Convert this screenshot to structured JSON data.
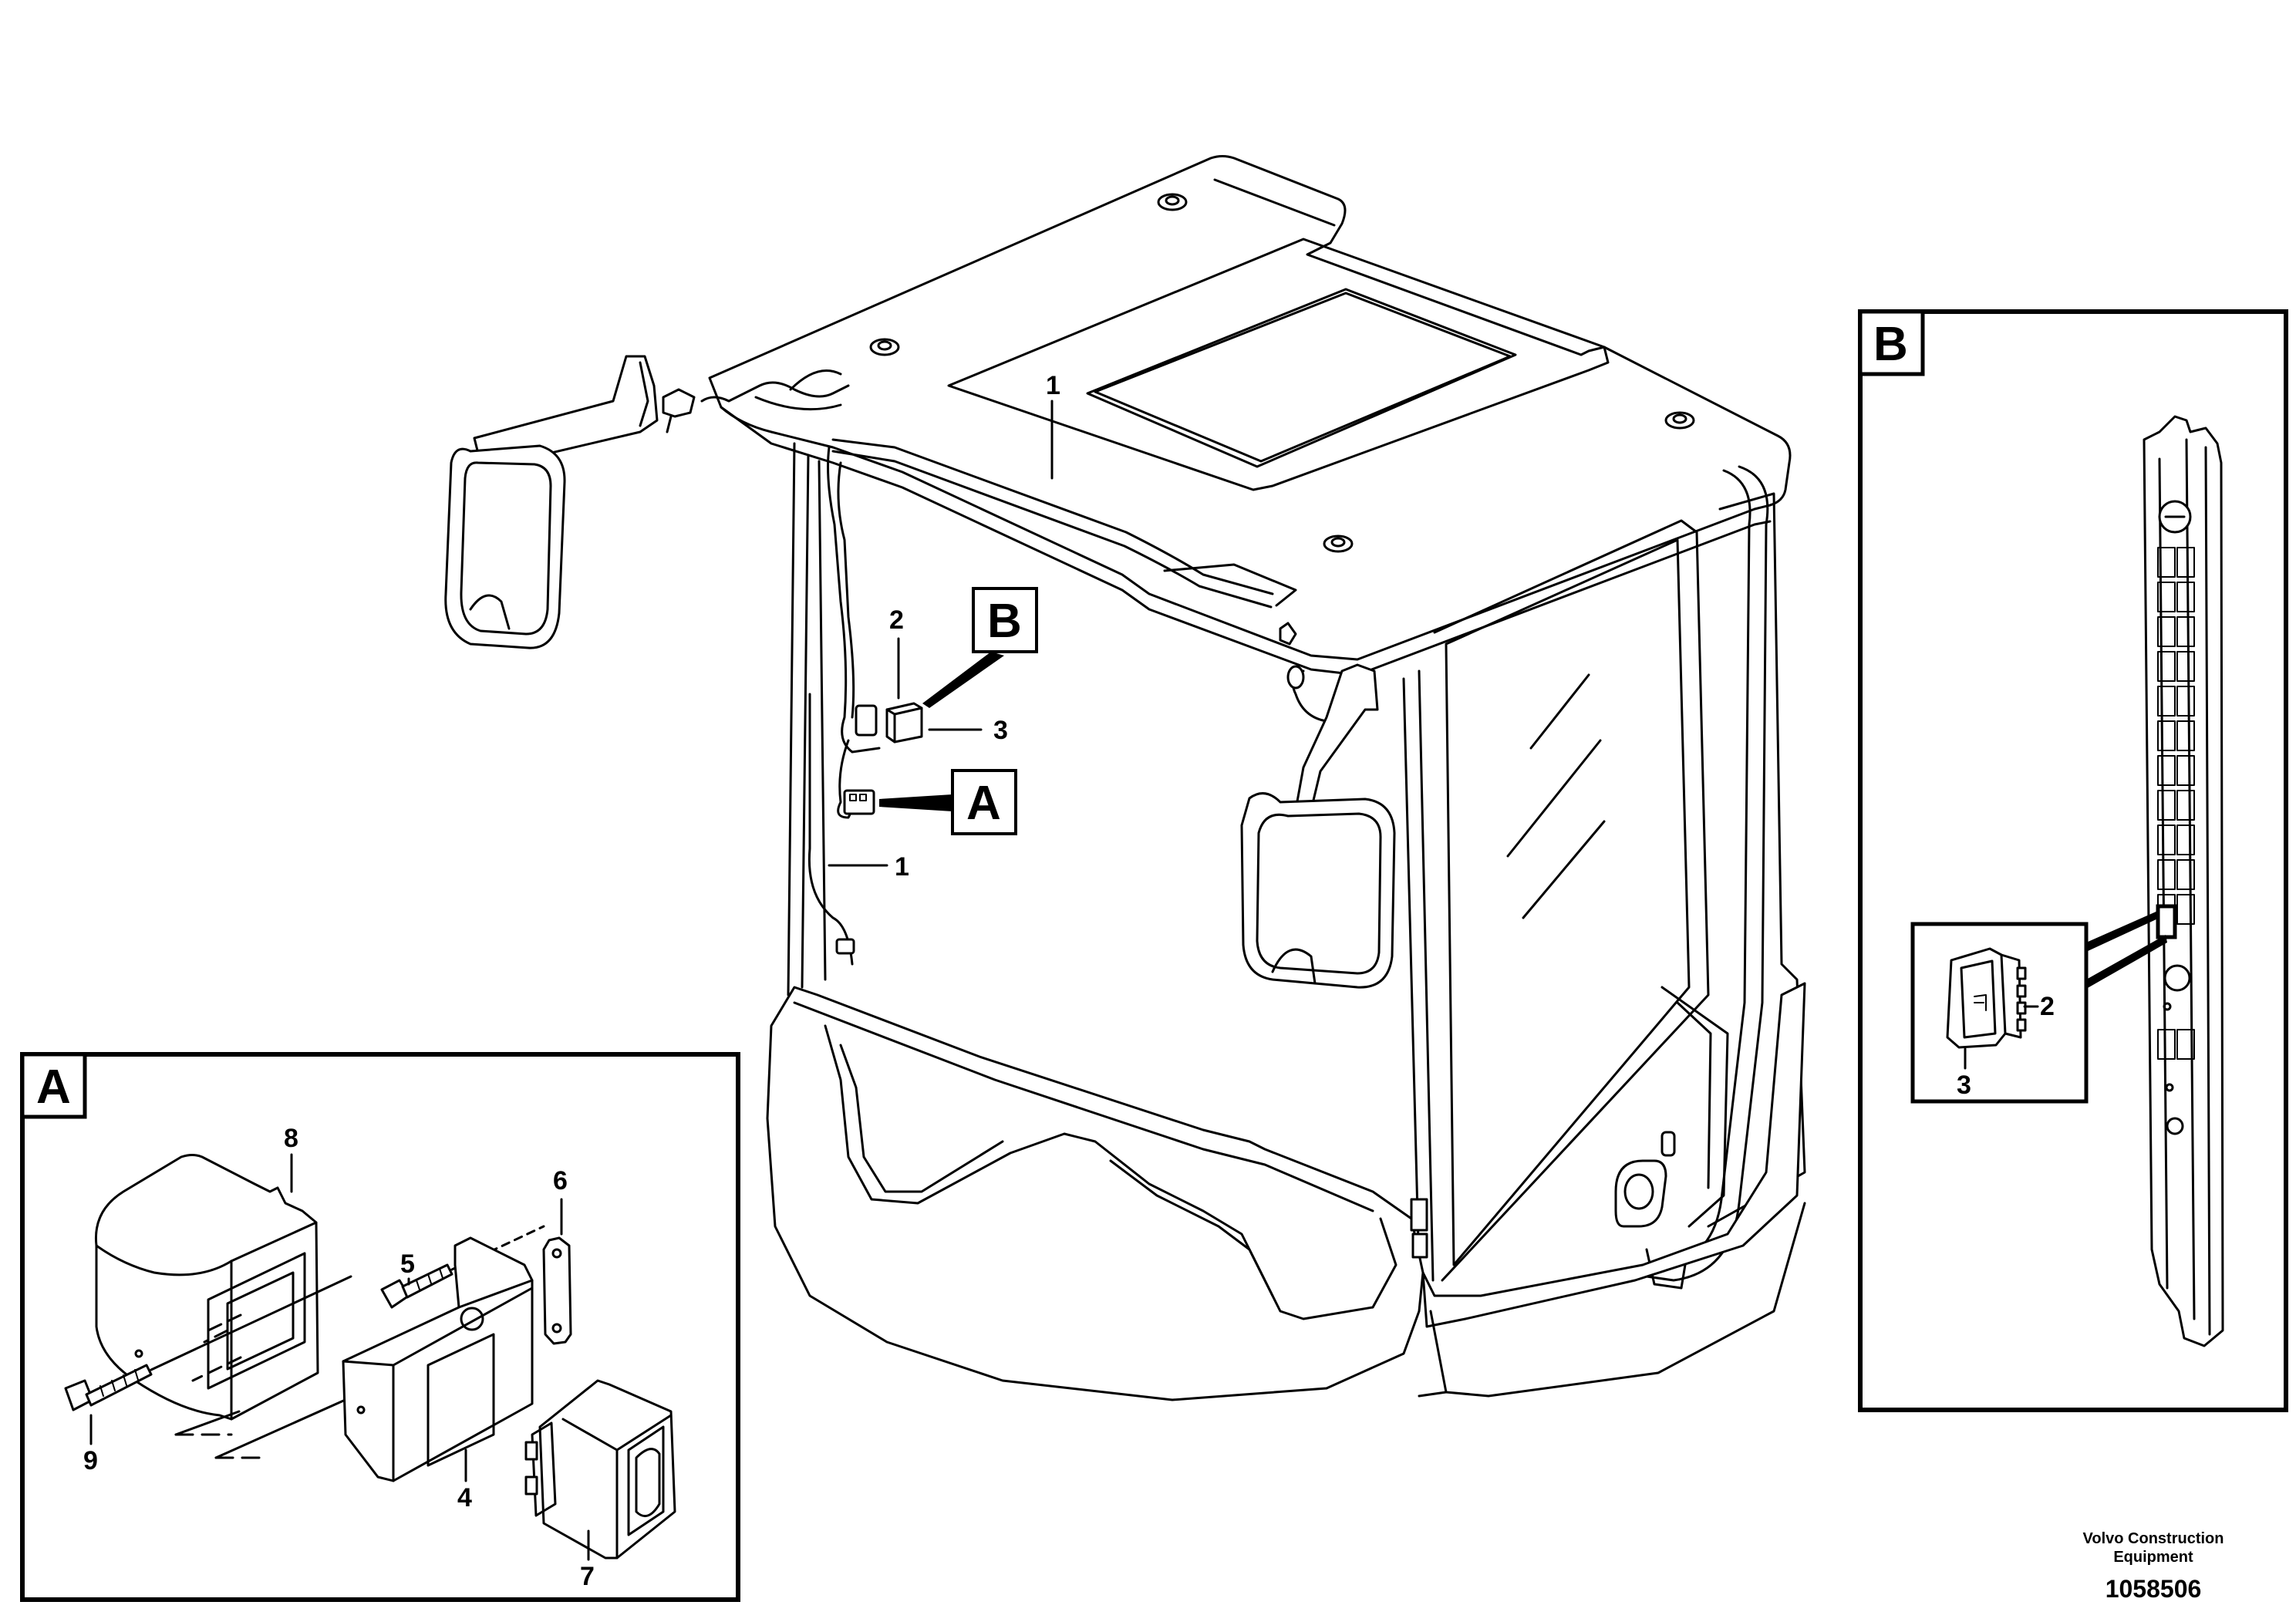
{
  "callouts": {
    "main": {
      "n1_top": "1",
      "n1_harness": "1",
      "n2": "2",
      "n3": "3",
      "box_b": "B",
      "box_a": "A"
    },
    "detail_a": {
      "title": "A",
      "n4": "4",
      "n5": "5",
      "n6": "6",
      "n7": "7",
      "n8": "8",
      "n9": "9"
    },
    "detail_b": {
      "title": "B",
      "n2": "2",
      "n3": "3"
    }
  },
  "footer": {
    "company_line1": "Volvo Construction",
    "company_line2": "Equipment",
    "drawing_number": "1058506"
  },
  "icons": [
    "cab-drawing",
    "mirror-left",
    "mirror-right",
    "switch-icon",
    "connector-icon"
  ]
}
